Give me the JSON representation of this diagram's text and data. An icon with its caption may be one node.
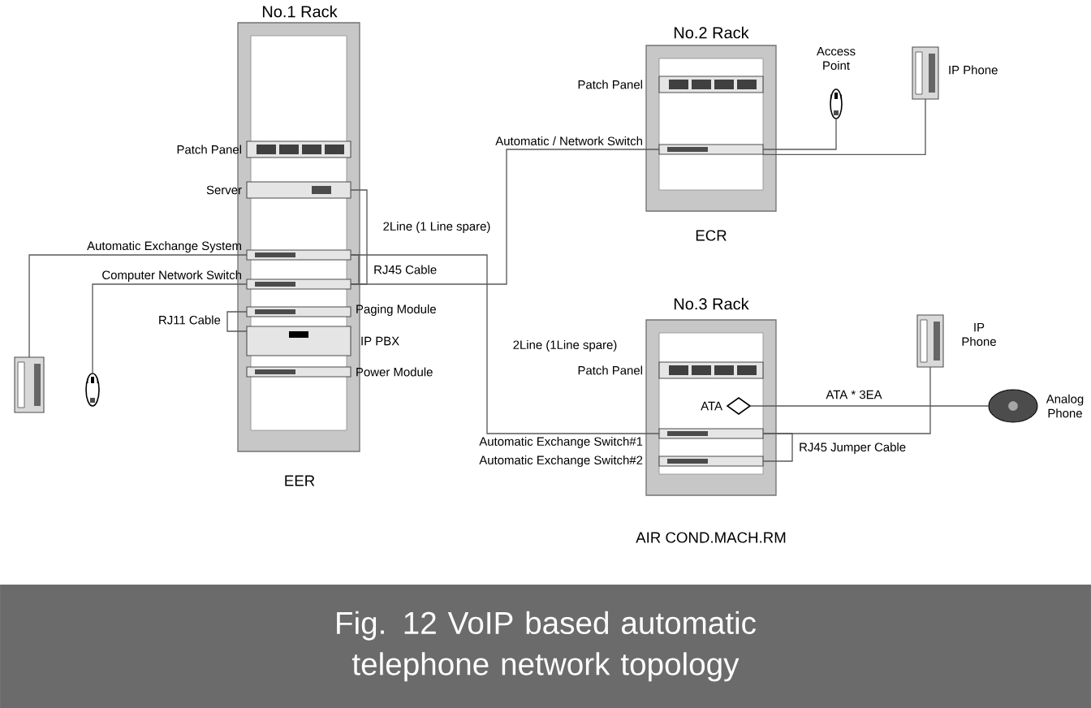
{
  "diagram": {
    "caption": "Fig. 12 VoIP based automatic telephone network topology",
    "nodes": [
      {
        "text": [
          "No.1 Rack",
          "EER"
        ]
      },
      {
        "text": [
          "Patch Panel"
        ],
        "in": 0
      },
      {
        "text": [
          "Server"
        ],
        "in": 0
      },
      {
        "text": [
          "Automatic Exchange System"
        ],
        "in": 0
      },
      {
        "text": [
          "Computer Network Switch"
        ],
        "in": 0
      },
      {
        "text": [
          "Paging Module"
        ],
        "in": 0
      },
      {
        "text": [
          "IP PBX"
        ],
        "in": 0
      },
      {
        "text": [
          "Power Module"
        ],
        "in": 0
      },
      {
        "text": [
          "No.2 Rack",
          "ECR"
        ]
      },
      {
        "text": [
          "Patch Panel"
        ],
        "in": 8
      },
      {
        "text": [
          "Automatic / Network Switch"
        ],
        "in": 8
      },
      {
        "text": [
          "Access Point"
        ]
      },
      {
        "text": [
          "IP Phone"
        ]
      },
      {
        "text": [
          "No.3 Rack",
          "AIR COND.MACH.RM"
        ]
      },
      {
        "text": [
          "Patch Panel"
        ],
        "in": 13
      },
      {
        "text": [
          "ATA"
        ],
        "in": 13
      },
      {
        "text": [
          "Automatic Exchange Switch#1"
        ],
        "in": 13
      },
      {
        "text": [
          "Automatic Exchange Switch#2"
        ],
        "in": 13
      },
      {
        "text": [
          "IP Phone"
        ]
      },
      {
        "text": [
          "Analog Phone"
        ]
      },
      {
        "text": [],
        "shape": "picture"
      },
      {
        "text": [],
        "shape": "picture"
      }
    ],
    "edges": [
      {
        "from": 3,
        "to": 20,
        "arrow": "none"
      },
      {
        "from": 4,
        "to": 21,
        "arrow": "none"
      },
      {
        "from": 2,
        "to": 4,
        "arrow": "none"
      },
      {
        "from": 3,
        "to": 4,
        "arrow": "none",
        "label": "RJ45 Cable"
      },
      {
        "from": 5,
        "to": 6,
        "arrow": "none",
        "label": "RJ11 Cable"
      },
      {
        "from": 4,
        "to": 10,
        "arrow": "none",
        "label": "2Line (1 Line spare)"
      },
      {
        "from": 3,
        "to": 16,
        "arrow": "none",
        "label": "2Line (1Line spare)"
      },
      {
        "from": 10,
        "to": 11,
        "arrow": "none"
      },
      {
        "from": 10,
        "to": 12,
        "arrow": "none"
      },
      {
        "from": 15,
        "to": 19,
        "arrow": "none",
        "label": "ATA * 3EA"
      },
      {
        "from": 16,
        "to": 18,
        "arrow": "none"
      },
      {
        "from": 16,
        "to": 17,
        "arrow": "none",
        "label": "RJ45 Jumper Cable"
      }
    ]
  }
}
